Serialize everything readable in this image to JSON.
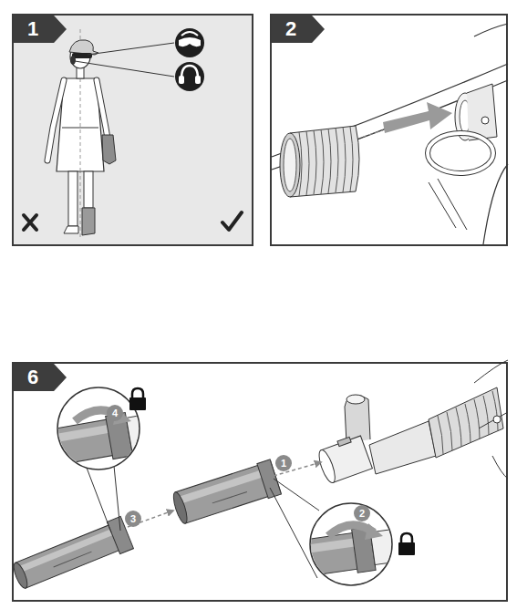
{
  "diagram": {
    "nodes": [
      {
        "text": [
          "1"
        ]
      },
      {
        "text": [
          "2"
        ]
      },
      {
        "text": [
          "6"
        ]
      },
      {
        "text": [
          "1"
        ],
        "in": 2
      },
      {
        "text": [
          "2"
        ],
        "in": 2
      },
      {
        "text": [
          "3"
        ],
        "in": 2
      },
      {
        "text": [
          "4"
        ],
        "in": 2
      }
    ]
  }
}
